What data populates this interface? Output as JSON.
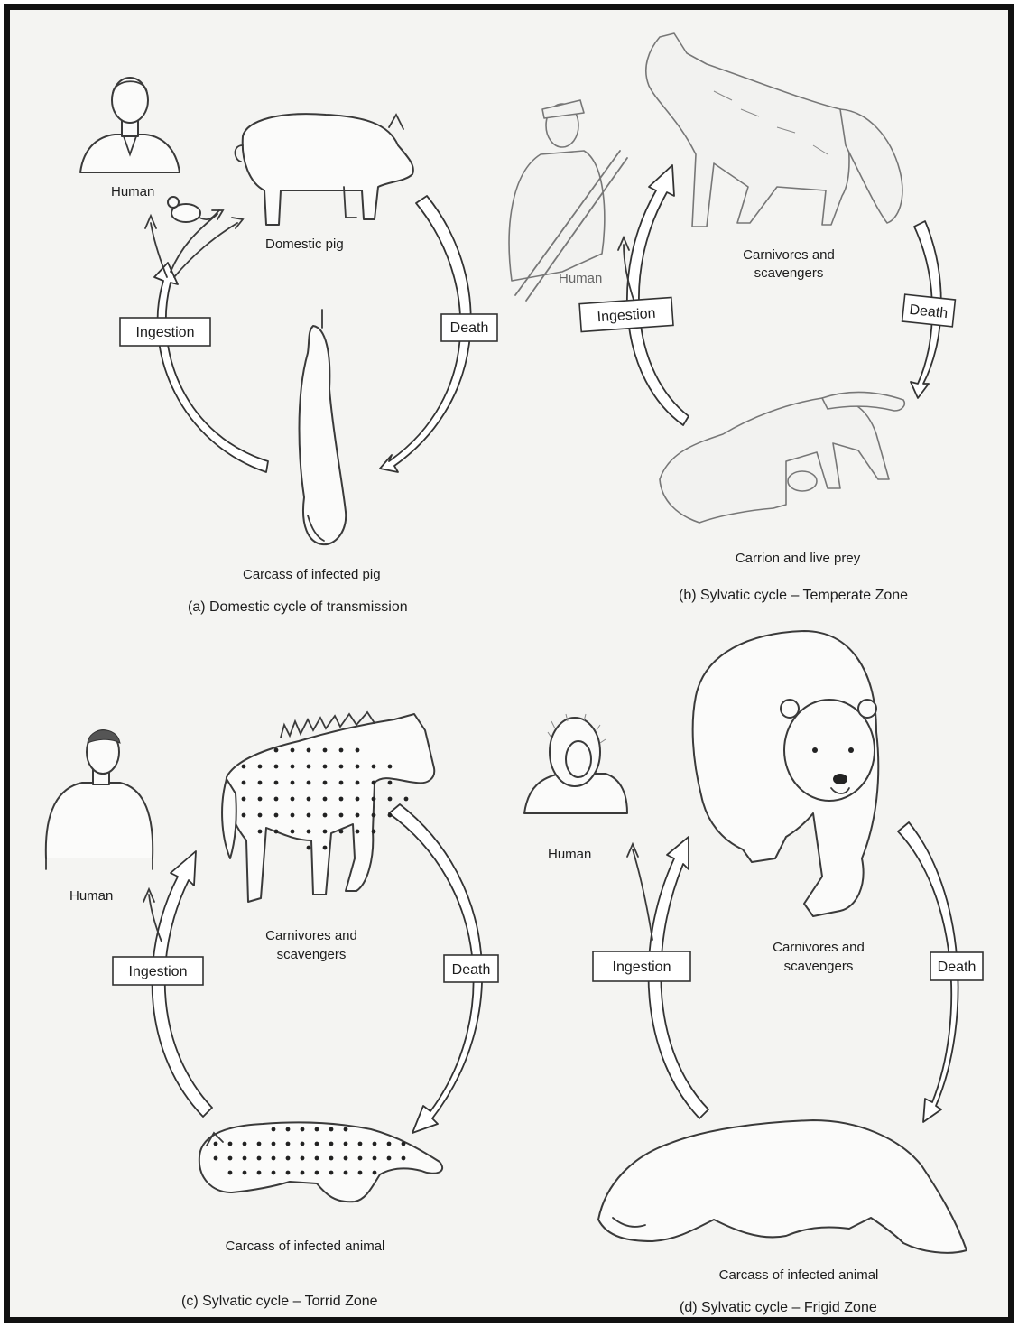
{
  "panels": {
    "a": {
      "caption": "(a)  Domestic cycle of transmission",
      "human": "Human",
      "host": "Domestic pig",
      "carcass": "Carcass of infected pig",
      "ingestion": "Ingestion",
      "death": "Death"
    },
    "b": {
      "caption": "(b)  Sylvatic cycle – Temperate Zone",
      "human": "Human",
      "host_line1": "Carnivores and",
      "host_line2": "scavengers",
      "carcass": "Carrion and live prey",
      "ingestion": "Ingestion",
      "death": "Death"
    },
    "c": {
      "caption": "(c)  Sylvatic cycle – Torrid Zone",
      "human": "Human",
      "host_line1": "Carnivores and",
      "host_line2": "scavengers",
      "carcass": "Carcass of infected animal",
      "ingestion": "Ingestion",
      "death": "Death"
    },
    "d": {
      "caption": "(d)  Sylvatic cycle – Frigid Zone",
      "human": "Human",
      "host_line1": "Carnivores and",
      "host_line2": "scavengers",
      "carcass": "Carcass of infected animal",
      "ingestion": "Ingestion",
      "death": "Death"
    }
  }
}
